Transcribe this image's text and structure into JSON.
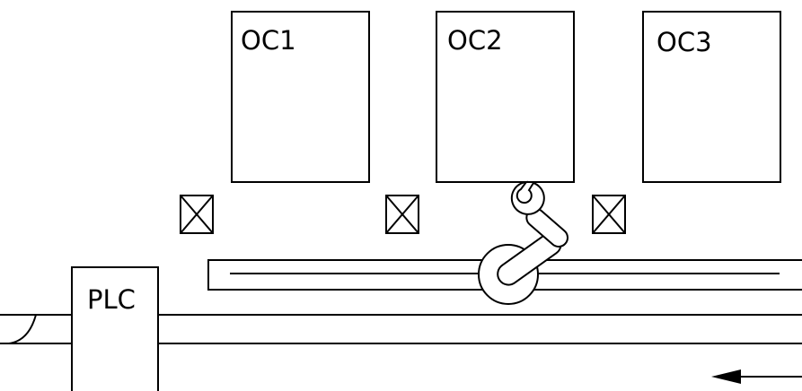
{
  "machines": [
    {
      "id": "oc1",
      "label": "OC1"
    },
    {
      "id": "oc2",
      "label": "OC2"
    },
    {
      "id": "oc3",
      "label": "OC3"
    }
  ],
  "controller": {
    "label": "PLC"
  },
  "icons": [
    "sensor-box-icon",
    "robot-arm-icon",
    "flow-direction-arrow-icon",
    "cable-icon"
  ]
}
